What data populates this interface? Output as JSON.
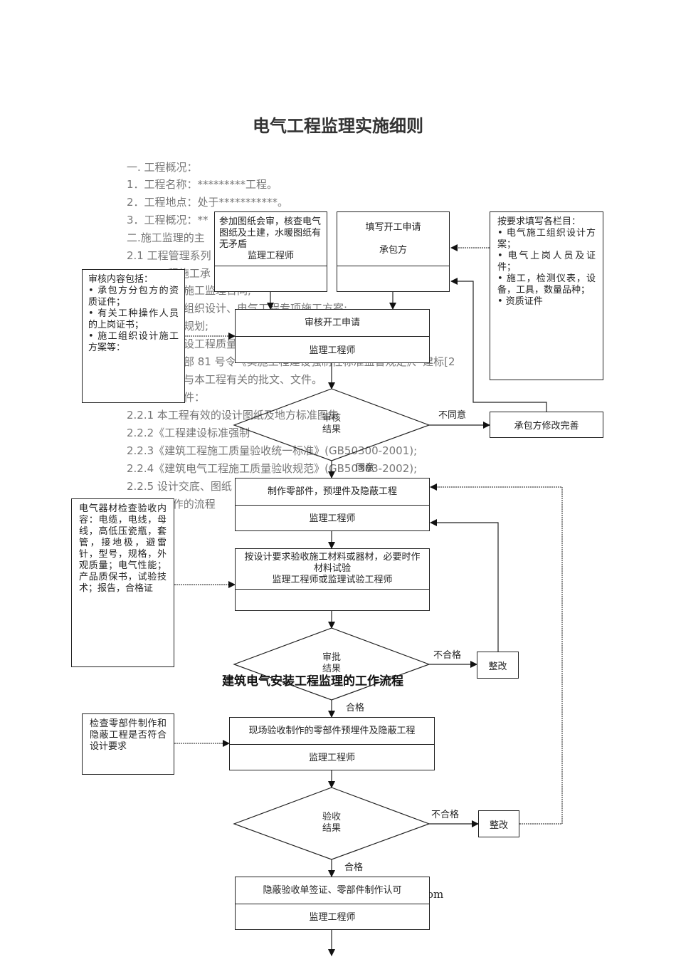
{
  "document": {
    "title": "电气工程监理实施细则",
    "subtitle": "建筑电气安装工程监理的工作流程",
    "background_lines": [
      "一. 工程概况：",
      "1．工程名称：*********工程。",
      "2．工程地点：处于***********。",
      "3．工程概况：**",
      "二.施工监理的主",
      "2.1 工程管理系列",
      "2.1.1 工程施工承",
      "施工监理合同;",
      "组织设计、电气工程专项施工方案;",
      "规划;",
      "设工程质量",
      "部 81 号令《实施工程建设强制性标准监督规定》、建标[2",
      "与本工程有关的批文、文件。",
      "件：",
      "2.2.1 本工程有效的设计图纸及地方标准图集",
      "2.2.2《工程建设标准强制",
      "2.2.3《建筑工程施工质量验收统一标准》(GB50300-2001);",
      "2.2.4《建筑电气工程施工质量验收规范》(GB50303-2002);",
      "2.2.5 设计交底、图纸",
      "三.监理工作的流程"
    ],
    "watermark_fragment": "om"
  },
  "flowchart": {
    "box_drawing_review": {
      "text": "参加图纸会审，核查电气图纸及土建，水暖图纸有无矛盾",
      "role": "监理工程师"
    },
    "box_apply": {
      "text": "填写开工申请",
      "role": "承包方"
    },
    "box_review_apply": {
      "text": "审核开工申请",
      "role": "监理工程师"
    },
    "decision_review": {
      "line1": "审核",
      "line2": "结果"
    },
    "box_contractor_fix": {
      "text": "承包方修改完善"
    },
    "label_disagree": "不同意",
    "label_agree": "同意",
    "box_make_parts": {
      "text": "制作零部件，预埋件及隐蔽工程",
      "role": "监理工程师"
    },
    "box_material_check": {
      "text": "按设计要求验收施工材料或器材，必要时作材料试验",
      "role": "监理工程师或监理试验工程师"
    },
    "decision_approve": {
      "line1": "审批",
      "line2": "结果"
    },
    "label_fail_1": "不合格",
    "label_pass_1": "合格",
    "box_rectify_1": {
      "text": "整改"
    },
    "box_site_accept": {
      "text": "现场验收制作的零部件预埋件及隐蔽工程",
      "role": "监理工程师"
    },
    "decision_accept": {
      "line1": "验收",
      "line2": "结果"
    },
    "label_fail_2": "不合格",
    "label_pass_2": "合格",
    "box_rectify_2": {
      "text": "整改"
    },
    "box_sign_off": {
      "text": "隐蔽验收单签证、零部件制作认可",
      "role": "监理工程师"
    },
    "note_review_contents": {
      "heading": "审核内容包括：",
      "items": [
        "• 承包方分包方的资质证件；",
        "• 有关工种操作人员的上岗证书；",
        "• 施工组织设计施工方案等："
      ]
    },
    "note_fill_items": {
      "heading": "按要求填写各栏目：",
      "items": [
        "• 电气施工组织设计方案；",
        "• 电气上岗人员及证件；",
        "• 施工，检测仪表，设备，工具，数量品种；",
        "• 资质证件"
      ]
    },
    "note_materials": {
      "text": "电气器材检查验收内容：电缆，电线，母线，高低压瓷瓶，套管，接地极，避雷针，型号，规格，外观质量；电气性能；产品质保书，试验技术；报告，合格证"
    },
    "note_parts_check": {
      "text": "检查零部件制作和隐蔽工程是否符合设计要求"
    }
  }
}
